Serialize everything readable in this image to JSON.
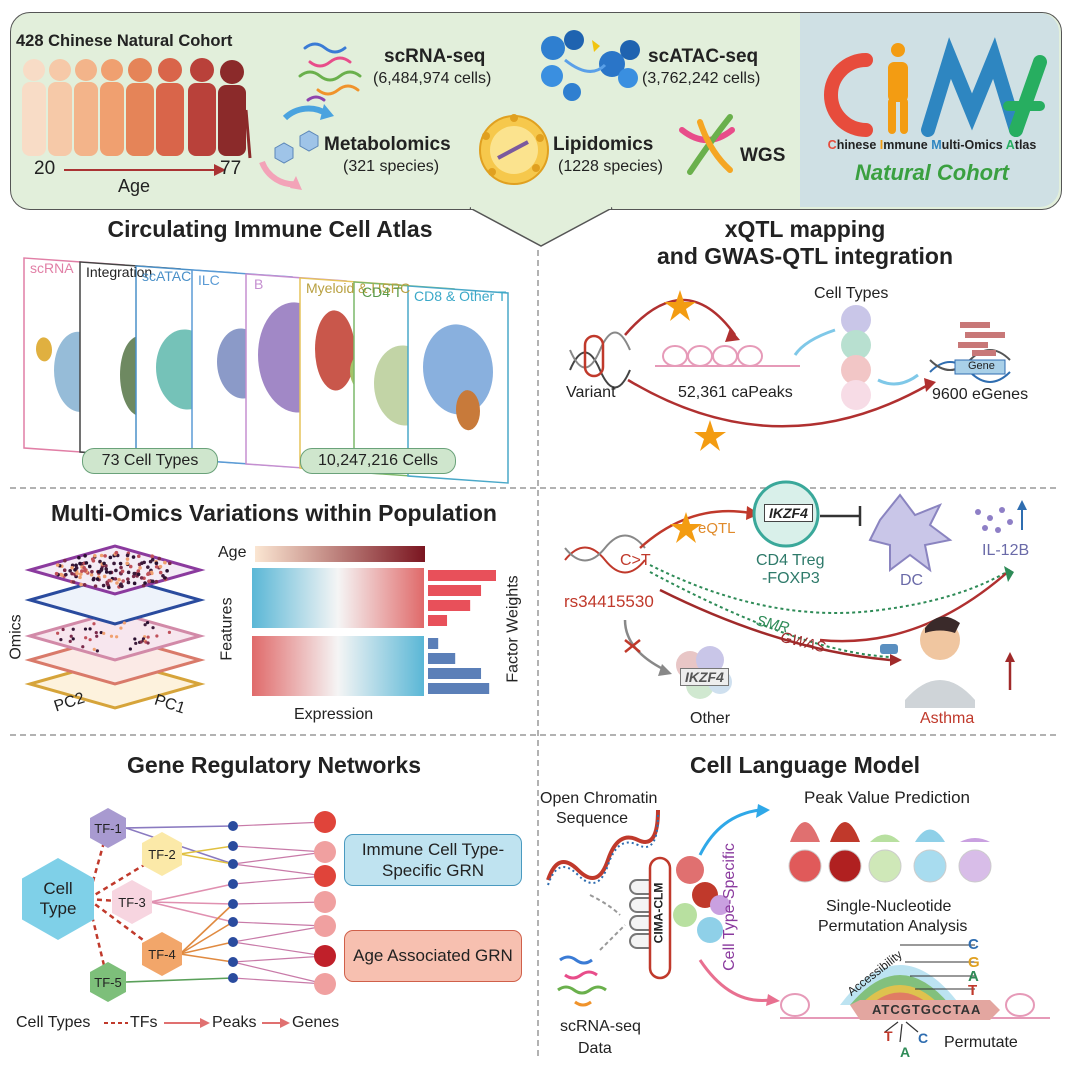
{
  "header": {
    "cohort": "428 Chinese Natural Cohort",
    "age_start": "20",
    "age_end": "77",
    "age_label": "Age",
    "omics": [
      {
        "name": "scRNA-seq",
        "detail": "(6,484,974 cells)"
      },
      {
        "name": "scATAC-seq",
        "detail": "(3,762,242 cells)"
      },
      {
        "name": "Metabolomics",
        "detail": "(321 species)"
      },
      {
        "name": "Lipidomics",
        "detail": "(1228 species)"
      },
      {
        "name": "WGS",
        "detail": ""
      }
    ],
    "logo": {
      "letters": [
        "C",
        "I",
        "M",
        "A"
      ],
      "subtitle_parts": [
        {
          "cap": "C",
          "rest": "hinese "
        },
        {
          "cap": "I",
          "rest": "mmune "
        },
        {
          "cap": "M",
          "rest": "ulti-Omics "
        },
        {
          "cap": "A",
          "rest": "tlas"
        }
      ],
      "cohort": "Natural Cohort"
    }
  },
  "atlas": {
    "title": "Circulating Immune Cell Atlas",
    "layers": [
      "scRNA",
      "Integration",
      "scATAC",
      "ILC",
      "B",
      "Myeloid & HSPC",
      "CD4 T",
      "CD8 & Other T"
    ],
    "cell_types": "73 Cell Types",
    "cells": "10,247,216 Cells"
  },
  "xqtl": {
    "title_line1": "xQTL mapping",
    "title_line2": "and GWAS-QTL integration",
    "cell_types": "Cell Types",
    "variant": "Variant",
    "capeaks": "52,361 caPeaks",
    "gene": "Gene",
    "egenes": "9600 eGenes"
  },
  "multiomics": {
    "title": "Multi-Omics Variations within Population",
    "age": "Age",
    "features": "Features",
    "expression": "Expression",
    "factor_weights": "Factor Weights",
    "omics": "Omics",
    "pc1": "PC1",
    "pc2": "PC2",
    "factor_values_top": [
      1.0,
      0.78,
      0.62,
      0.28
    ],
    "factor_values_bottom": [
      0.15,
      0.4,
      0.78,
      0.9
    ]
  },
  "gwas": {
    "ikzf4": "IKZF4",
    "eqtl": "eQTL",
    "ct": "C>T",
    "rsid": "rs34415530",
    "treg_line1": "CD4 Treg",
    "treg_line2": "-FOXP3",
    "dc": "DC",
    "il12b": "IL-12B",
    "smr": "SMR",
    "gwas": "GWAS",
    "other": "Other",
    "asthma": "Asthma"
  },
  "grn": {
    "title": "Gene Regulatory Networks",
    "cell_type_line1": "Cell",
    "cell_type_line2": "Type",
    "tfs": [
      "TF-1",
      "TF-2",
      "TF-3",
      "TF-4",
      "TF-5"
    ],
    "immune_line1": "Immune Cell Type-",
    "immune_line2": "Specific GRN",
    "age_grn": "Age Associated GRN",
    "legend": [
      "Cell Types",
      "TFs",
      "Peaks",
      "Genes"
    ]
  },
  "clm": {
    "title": "Cell Language Model",
    "open_chromatin_line1": "Open Chromatin",
    "open_chromatin_line2": "Sequence",
    "peak_pred": "Peak Value Prediction",
    "cima_clm": "CIMA-CLM",
    "cell_type_specific": "Cell Type-Specific",
    "snp_line1": "Single-Nucleotide",
    "snp_line2": "Permutation Analysis",
    "accessibility": "Accessibility",
    "bases_right": [
      "C",
      "G",
      "A",
      "T"
    ],
    "sequence": "ATCGTGCCTAA",
    "perm_bases": [
      "T",
      "A",
      "C"
    ],
    "permutate": "Permutate",
    "scrna_line1": "scRNA-seq",
    "scrna_line2": "Data"
  },
  "colors": {
    "header_bg": "#e2efdb",
    "logo_bg": "#cfe0e4",
    "red": "#c0392b",
    "green": "#2e8b57",
    "blue": "#2f6db0",
    "teal": "#3aa89a"
  }
}
